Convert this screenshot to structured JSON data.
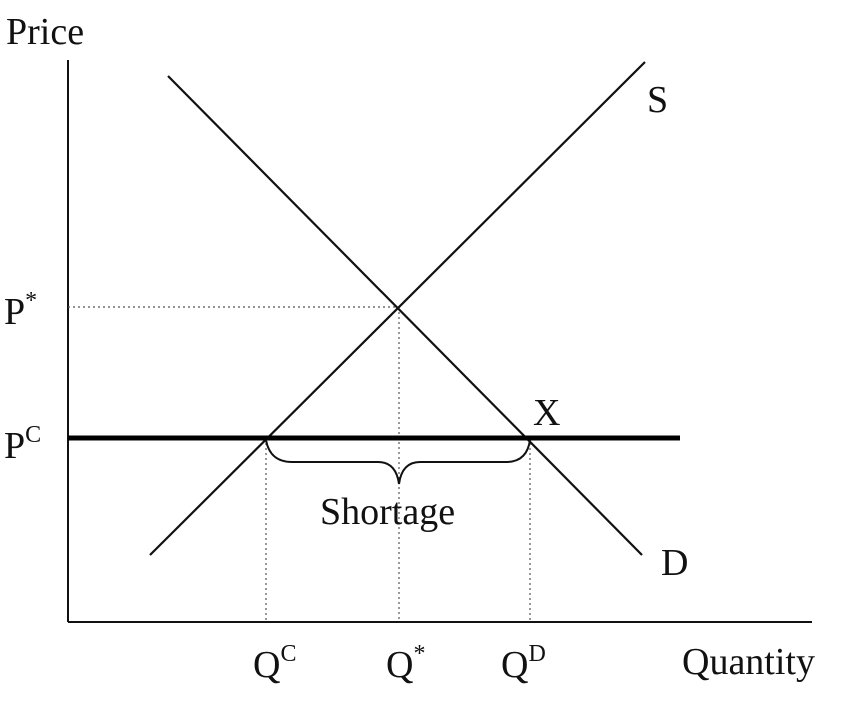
{
  "diagram": {
    "y_axis_label": "Price",
    "x_axis_label": "Quantity",
    "supply_label": "S",
    "demand_label": "D",
    "point_label": "X",
    "shortage_label": "Shortage",
    "p_star": {
      "base": "P",
      "sup": "*"
    },
    "p_c": {
      "base": "P",
      "sup": "C"
    },
    "q_c": {
      "base": "Q",
      "sup": "C"
    },
    "q_star": {
      "base": "Q",
      "sup": "*"
    },
    "q_d": {
      "base": "Q",
      "sup": "D"
    }
  }
}
